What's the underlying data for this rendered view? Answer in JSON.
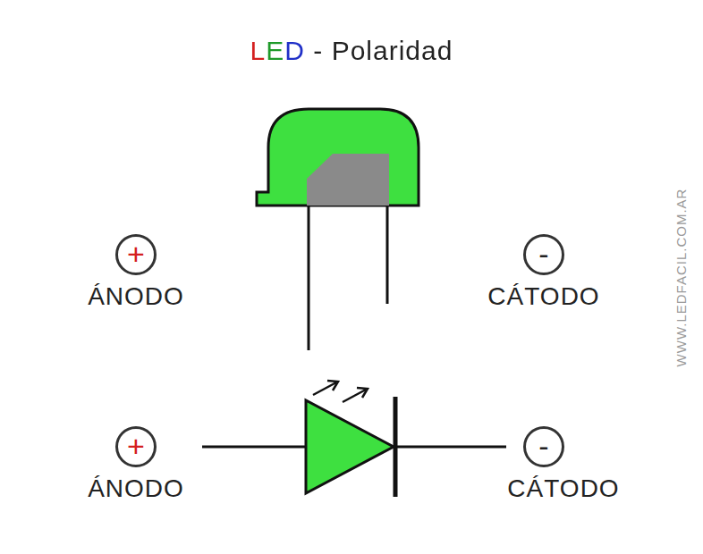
{
  "diagram": {
    "title": "LED - Polaridad",
    "nodes": [
      {
        "text": [
          "+",
          "ÁNODO"
        ]
      },
      {
        "text": [
          "-",
          "CÁTODO"
        ]
      },
      {
        "text": [
          "+",
          "ÁNODO"
        ]
      },
      {
        "text": [
          "-",
          "CÁTODO"
        ]
      }
    ],
    "labels": [
      "WWW.LEDFACIL.COM.AR"
    ]
  }
}
